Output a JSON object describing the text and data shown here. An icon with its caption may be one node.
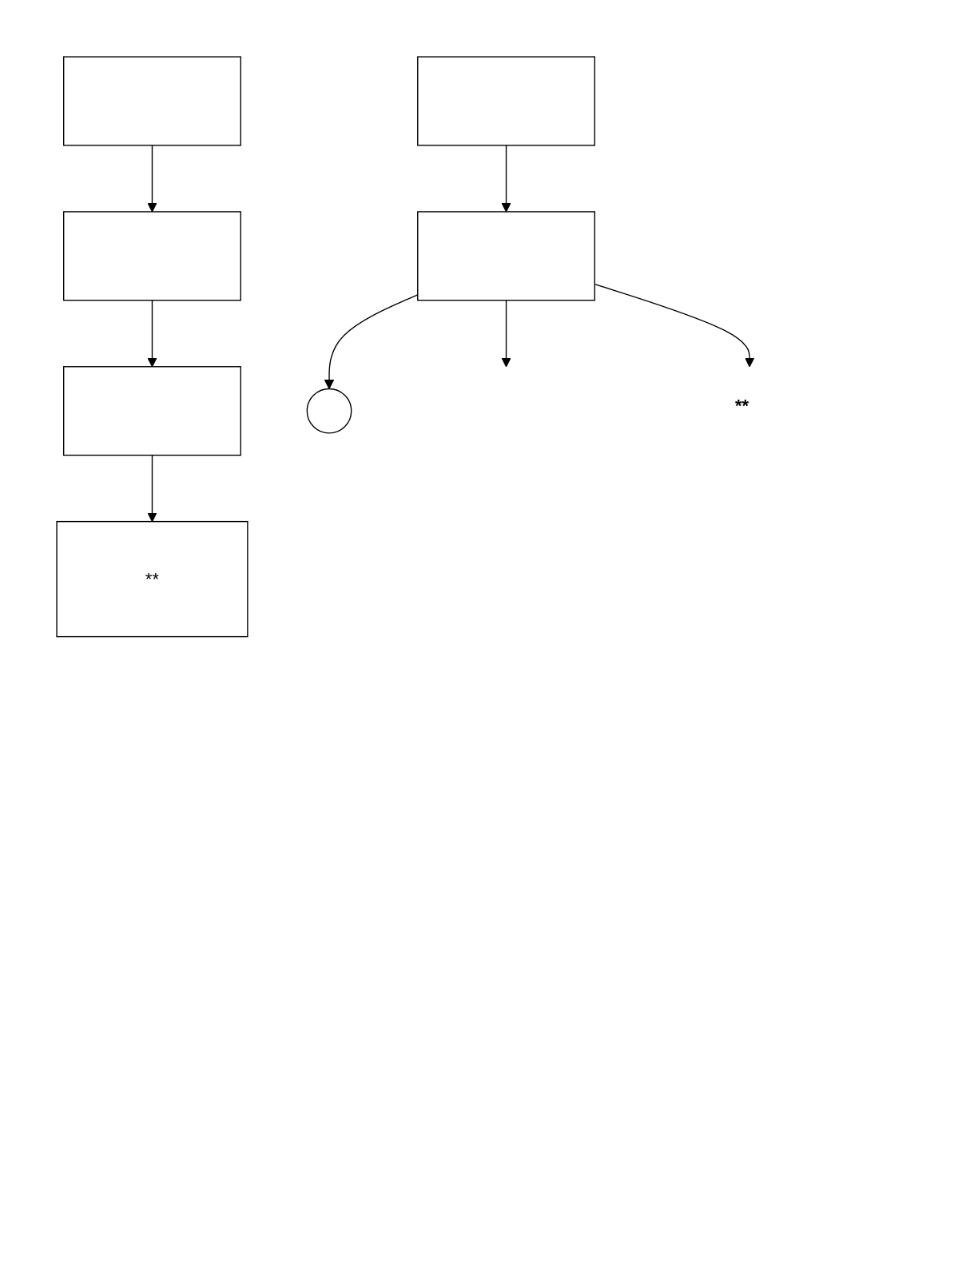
{
  "diagram": {
    "nodes": [
      {
        "text": [],
        "shape": "box"
      },
      {
        "text": [],
        "shape": "box"
      },
      {
        "text": [],
        "shape": "box"
      },
      {
        "text": [
          "**"
        ]
      },
      {
        "text": [],
        "shape": "box"
      },
      {
        "text": [],
        "shape": "box"
      },
      {
        "text": [],
        "shape": "circle"
      }
    ],
    "edges": [
      {
        "from": 0,
        "to": 1,
        "arrow": "to"
      },
      {
        "from": 1,
        "to": 2,
        "arrow": "to"
      },
      {
        "from": 2,
        "to": 3,
        "arrow": "to"
      },
      {
        "from": 4,
        "to": 5,
        "arrow": "to"
      },
      {
        "from": 5,
        "to": null,
        "arrow": "to"
      },
      {
        "from": 5,
        "to": null,
        "arrow": "to"
      },
      {
        "from": 5,
        "to": 6,
        "arrow": "to"
      }
    ],
    "labels": [
      "**"
    ]
  }
}
